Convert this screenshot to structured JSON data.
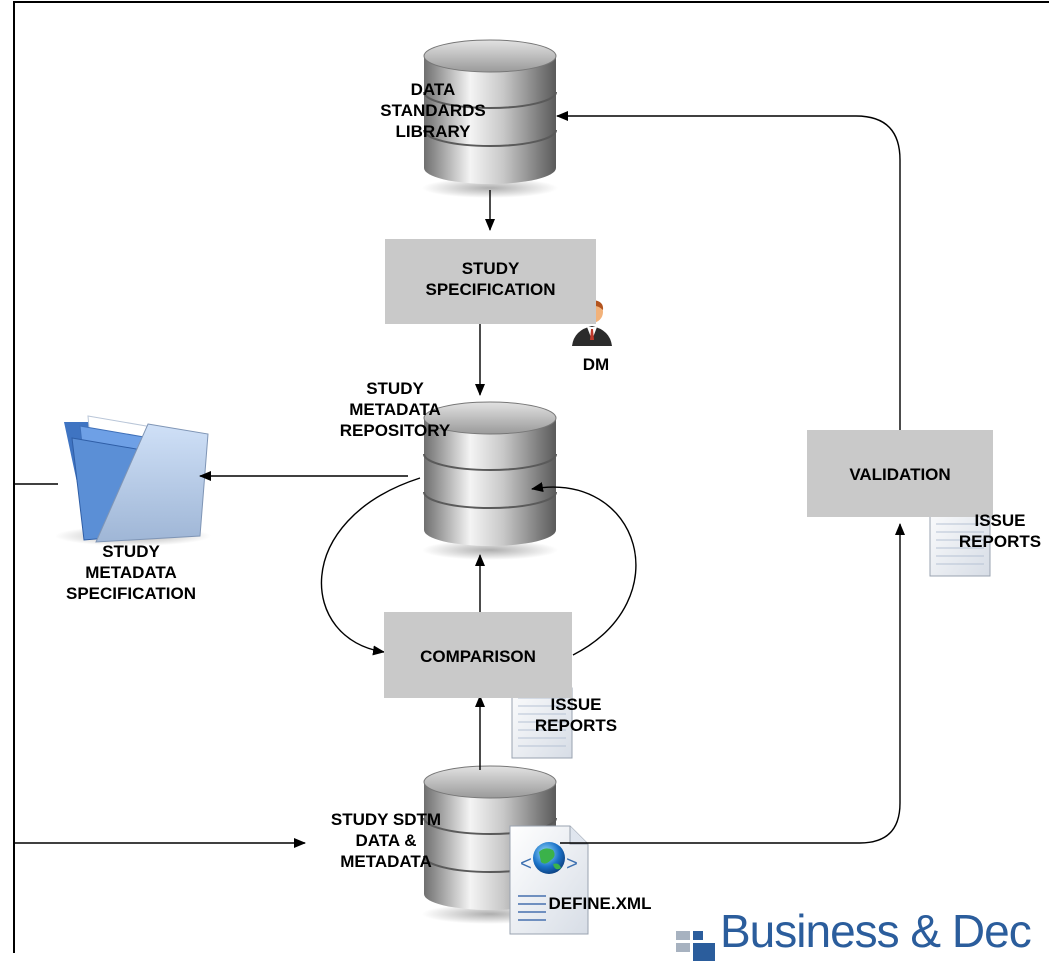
{
  "nodes": {
    "data_standards_library": [
      "DATA",
      "STANDARDS",
      "LIBRARY"
    ],
    "study_specification": [
      "STUDY",
      "SPECIFICATION"
    ],
    "dm": "DM",
    "study_metadata_repository": [
      "STUDY",
      "METADATA",
      "REPOSITORY"
    ],
    "study_metadata_specification": [
      "STUDY",
      "METADATA",
      "SPECIFICATION"
    ],
    "comparison": "COMPARISON",
    "comparison_issue_reports": [
      "ISSUE",
      "REPORTS"
    ],
    "validation": "VALIDATION",
    "validation_issue_reports": [
      "ISSUE",
      "REPORTS"
    ],
    "study_sdtm": [
      "STUDY SDTM",
      "DATA &",
      "METADATA"
    ],
    "define_xml": "DEFINE.XML"
  },
  "brand": "Business & Dec",
  "colors": {
    "box_fill": "#c9c9c9",
    "cylinder_light": "#f4f4f4",
    "cylinder_dark": "#6f6f6f",
    "brand_blue": "#2b5d9c",
    "folder_blue": "#5b8fd6"
  },
  "icons": [
    "database-icon",
    "person-icon",
    "folder-icon",
    "document-icon",
    "globe-icon"
  ]
}
